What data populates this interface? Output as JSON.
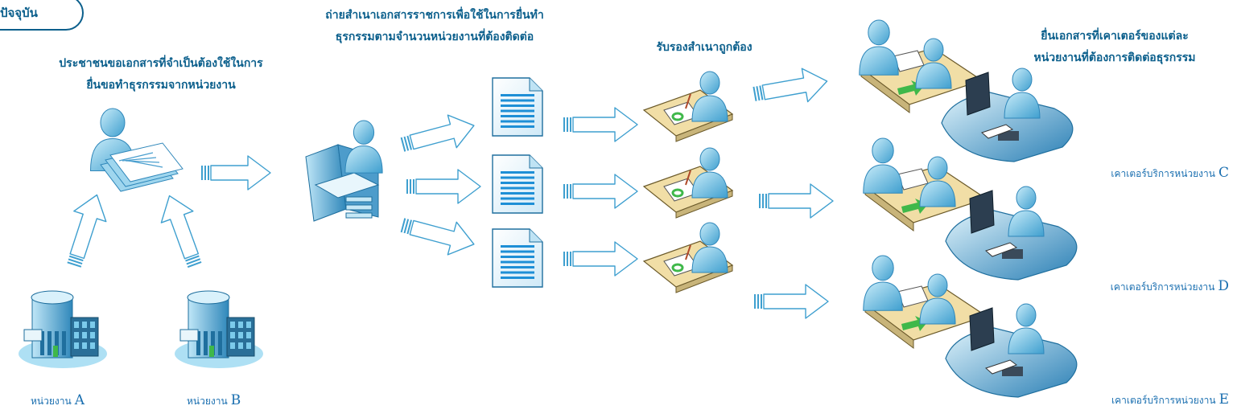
{
  "header": {
    "title": "ปัจจุบัน"
  },
  "captions": {
    "step1_line1": "ประชาชนขอเอกสารที่จำเป็นต้องใช้ในการ",
    "step1_line2": "ยื่นขอทำธุรกรรมจากหน่วยงาน",
    "step2_line1": "ถ่ายสำเนาเอกสารราชการเพื่อใช้ในการยื่นทำ",
    "step2_line2": "ธุรกรรมตามจำนวนหน่วยงานที่ต้องติดต่อ",
    "step3": "รับรองสำเนาถูกต้อง",
    "step4_line1": "ยื่นเอกสารที่เคาเตอร์ของแต่ละ",
    "step4_line2": "หน่วยงานที่ต้องการติดต่อธุรกรรม"
  },
  "agencies": [
    {
      "prefix": "หน่วยงาน",
      "letter": "A"
    },
    {
      "prefix": "หน่วยงาน",
      "letter": "B"
    }
  ],
  "counters": [
    {
      "prefix": "เคาเตอร์บริการหน่วยงาน",
      "letter": "C"
    },
    {
      "prefix": "เคาเตอร์บริการหน่วยงาน",
      "letter": "D"
    },
    {
      "prefix": "เคาเตอร์บริการหน่วยงาน",
      "letter": "E"
    }
  ],
  "colors": {
    "title": "#0b5f8c",
    "caption": "#0b5f8c",
    "label": "#1a6fb0",
    "arrow": "#3e9fcf",
    "figure": "#7fc6e6",
    "desk": "#f1dea6",
    "document": "#1e8fd6"
  }
}
